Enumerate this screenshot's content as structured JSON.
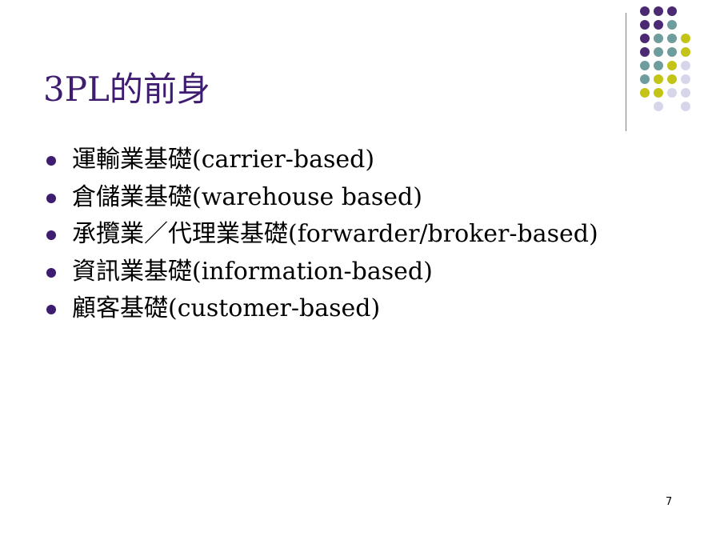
{
  "colors": {
    "title": "#3e1c6f",
    "bullet": "#3e1c6f",
    "text": "#000000",
    "divider": "#7f7f7f",
    "dot_purple": "#4b2a73",
    "dot_teal": "#6f9c9c",
    "dot_lime": "#c3c318",
    "dot_lavender": "#d7d5ea"
  },
  "slide": {
    "title": "3PL的前身",
    "bullets": [
      {
        "text": "運輸業基礎(carrier-based)"
      },
      {
        "text": "倉儲業基礎(warehouse based)"
      },
      {
        "text": "承攬業／代理業基礎(forwarder/broker-based)"
      },
      {
        "text": "資訊業基礎(information-based)"
      },
      {
        "text": "顧客基礎(customer-based)"
      }
    ],
    "page_number": "7"
  },
  "decoration": {
    "icon": "dot-grid-icon",
    "rows": [
      [
        "purple",
        "purple",
        "purple",
        null
      ],
      [
        "purple",
        "purple",
        "teal",
        null
      ],
      [
        "purple",
        "teal",
        "teal",
        "lime"
      ],
      [
        "purple",
        "teal",
        "teal",
        "lime"
      ],
      [
        "teal",
        "teal",
        "lime",
        "lavender"
      ],
      [
        "teal",
        "lime",
        "lime",
        "lavender"
      ],
      [
        "lime",
        "lime",
        "lavender",
        "lavender"
      ],
      [
        null,
        "lavender",
        null,
        "lavender"
      ]
    ]
  }
}
